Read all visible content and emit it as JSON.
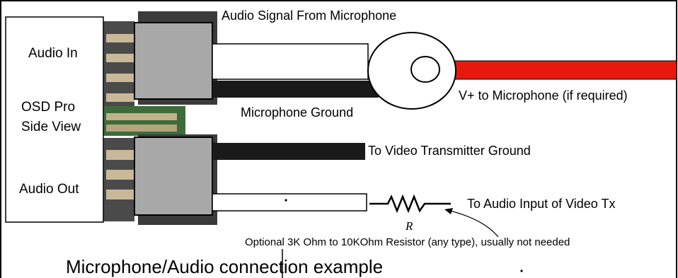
{
  "board": {
    "label_audio_in": "Audio In",
    "label_osd_line1": "OSD Pro",
    "label_osd_line2": "Side View",
    "label_audio_out": "Audio Out"
  },
  "wires": {
    "audio_signal": "Audio Signal From Microphone",
    "mic_ground": "Microphone Ground",
    "mic_vplus": "V+ to Microphone (if required)",
    "tx_ground": "To Video Transmitter Ground",
    "tx_audio": "To Audio Input of  Video Tx"
  },
  "resistor": {
    "symbol": "R",
    "note": "Optional 3K Ohm to 10KOhm Resistor (any type), usually not needed"
  },
  "caption": "Microphone/Audio connection example",
  "colors": {
    "signal_wire": "#ffffff",
    "ground_wire": "#1a1a1a",
    "power_wire": "#e8180c",
    "connector": "#a8a8a8",
    "pcb": "#3d6b3a"
  }
}
